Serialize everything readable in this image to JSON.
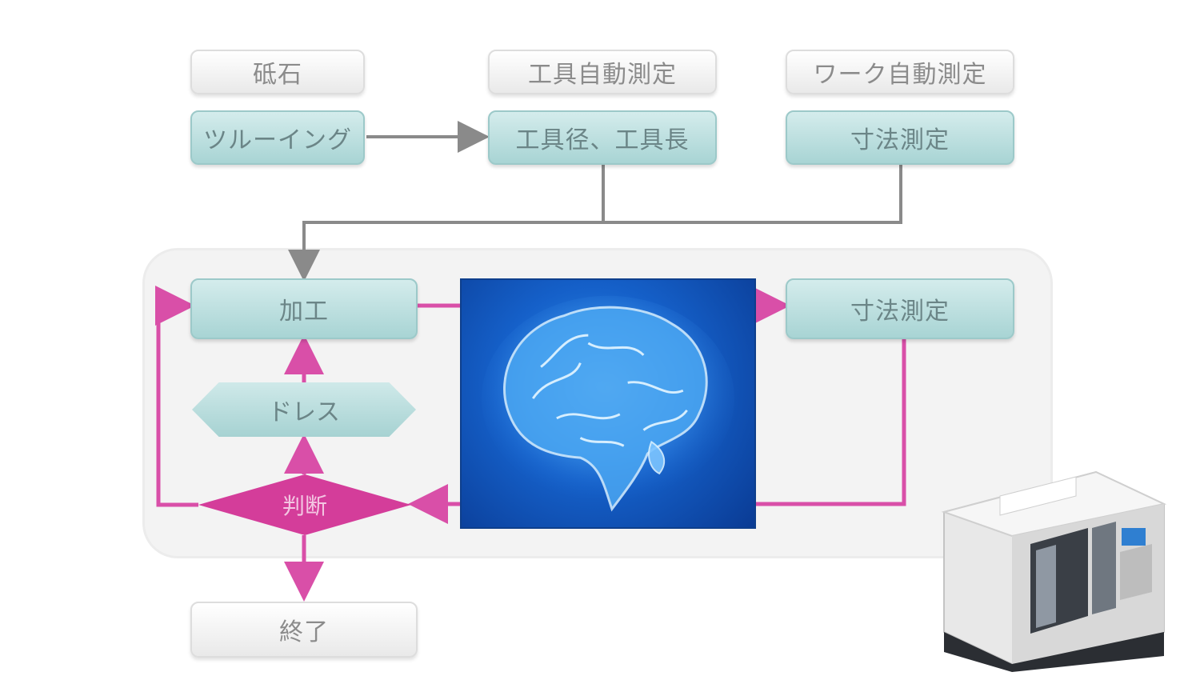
{
  "boxes": {
    "grinding_wheel": "砥石",
    "truing": "ツルーイング",
    "tool_auto_measure": "工具自動測定",
    "tool_diameter_length": "工具径、工具長",
    "work_auto_measure": "ワーク自動測定",
    "dimension_measure_top": "寸法測定",
    "machining": "加工",
    "dimension_measure_loop": "寸法測定",
    "dress": "ドレス",
    "judgment": "判断",
    "end": "終了"
  },
  "colors": {
    "teal_box": "#a8d4d4",
    "decision_magenta": "#d43d9a",
    "loop_arrow": "#d94fa8",
    "gray_arrow": "#8a8a8a",
    "brain_blue": "#1560c9"
  },
  "icons": {
    "brain": "brain-icon",
    "machine": "grinding-machine-icon"
  }
}
